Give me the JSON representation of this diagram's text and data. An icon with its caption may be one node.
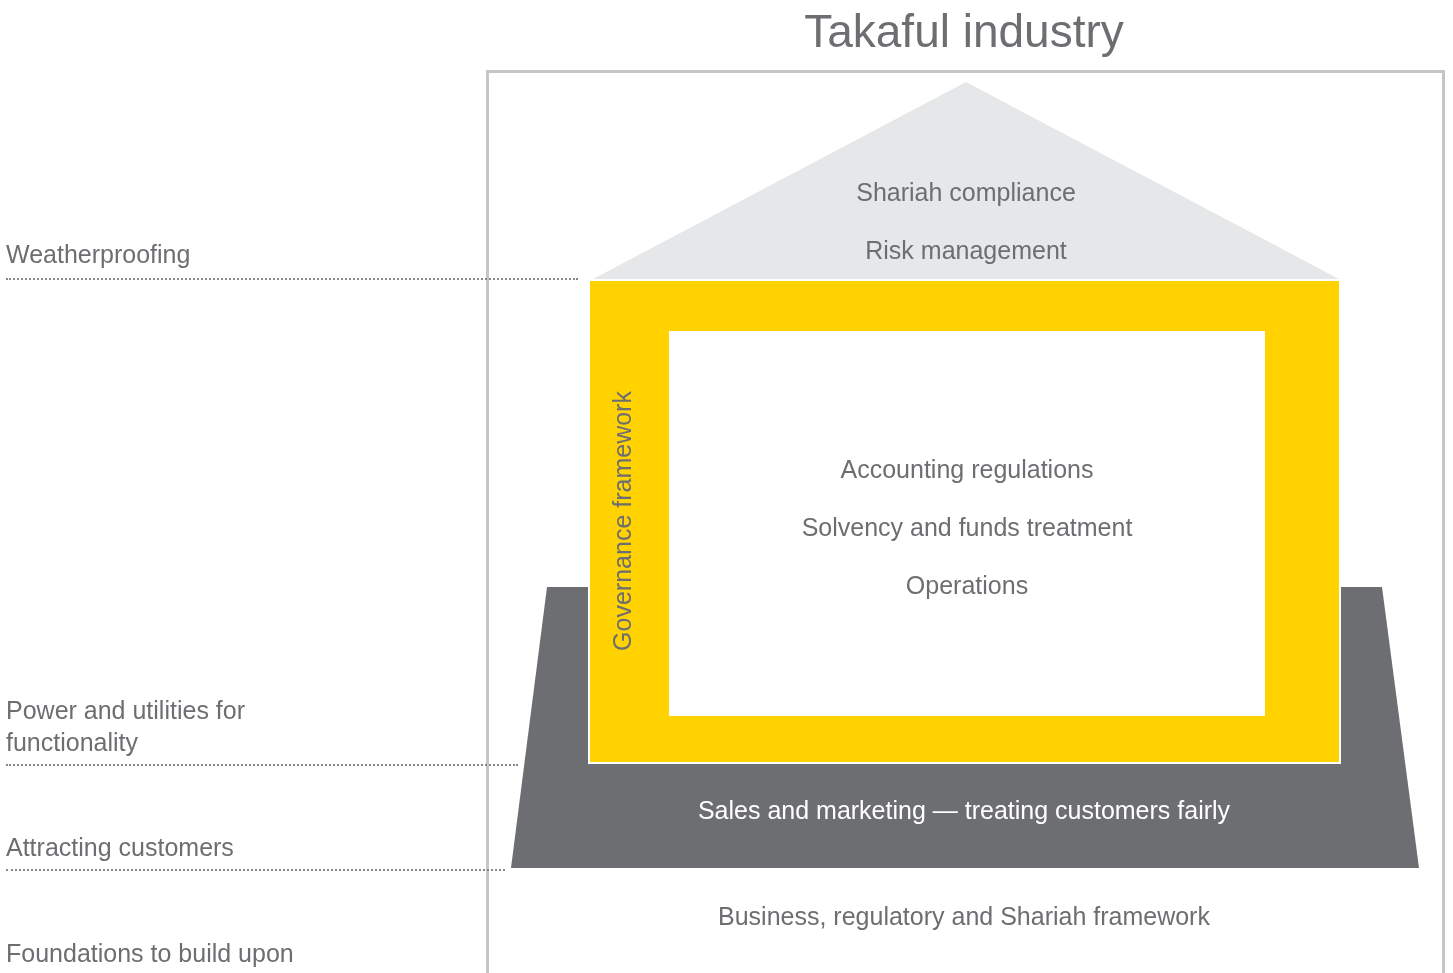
{
  "diagram": {
    "nodes": [
      {
        "text": [
          "Takaful industry"
        ]
      },
      {
        "text": [
          "Shariah compliance",
          "Risk management"
        ],
        "in": 0
      },
      {
        "text": [
          "Sales and marketing — treating customers fairly"
        ],
        "in": 0
      },
      {
        "text": [
          "Governance framework"
        ],
        "in": 0
      },
      {
        "text": [
          "Accounting regulations",
          "Solvency and funds treatment",
          "Operations"
        ],
        "in": 3
      }
    ],
    "labels": [
      "Weatherproofing",
      "Power and utilities for functionality",
      "Attracting customers",
      "Business, regulatory and Shariah framework",
      "Foundations to build upon"
    ]
  }
}
